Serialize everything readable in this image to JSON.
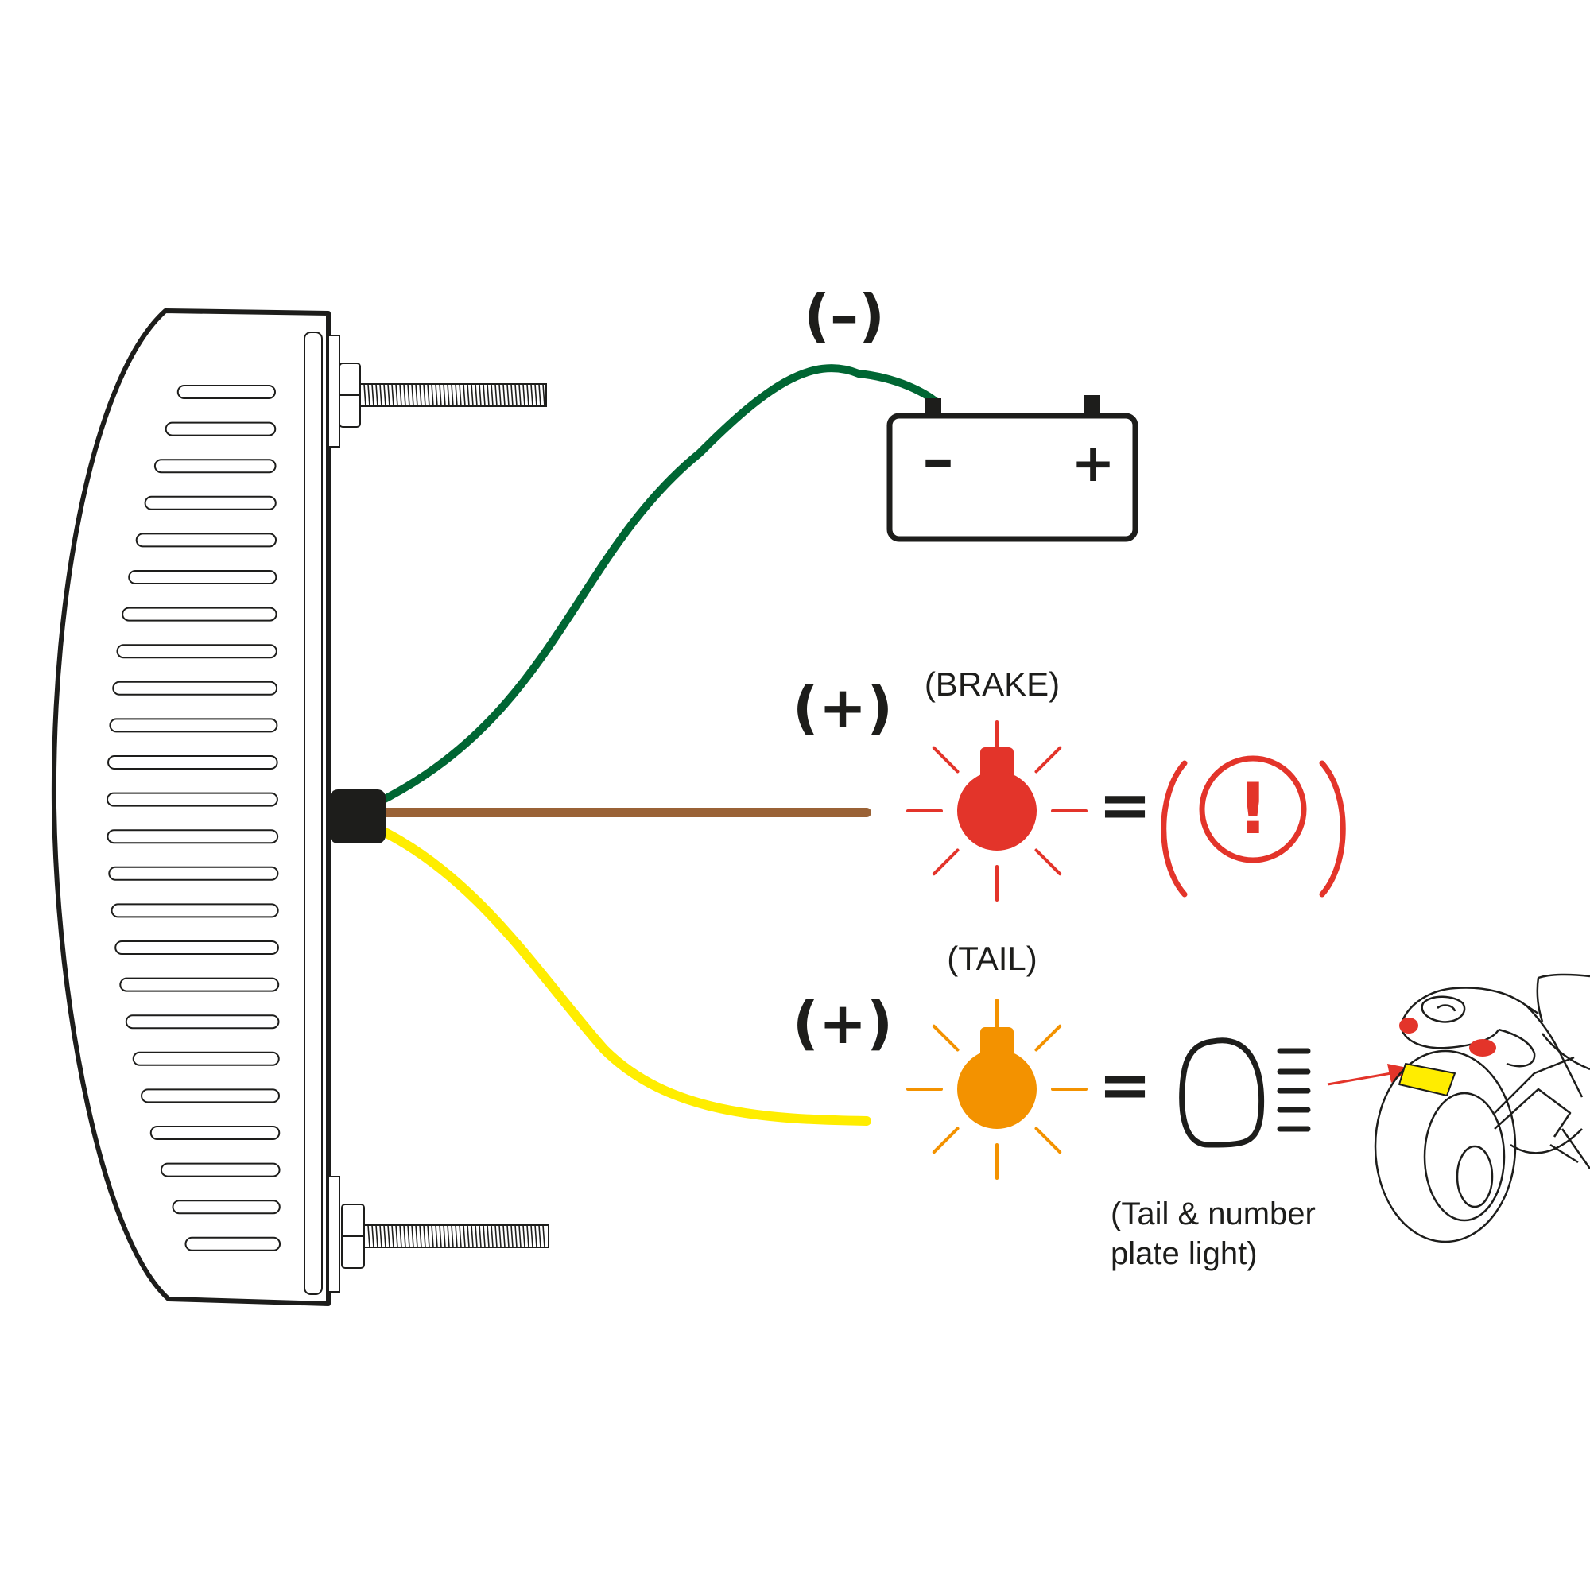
{
  "labels": {
    "negative_sign": "(–)",
    "brake_sign": "(+)",
    "brake_caption": "(BRAKE)",
    "tail_sign": "(+)",
    "tail_caption": "(TAIL)",
    "equals_brake": "=",
    "equals_tail": "=",
    "tail_note_line1": "(Tail & number",
    "tail_note_line2": "plate light)",
    "battery_minus": "–",
    "battery_plus": "+",
    "warning_mark": "!"
  },
  "colors": {
    "outline": "#1d1d1b",
    "wire_ground": "#006633",
    "wire_brake": "#9a6236",
    "wire_tail": "#ffed00",
    "brake_red": "#e3342a",
    "tail_orange": "#f39200",
    "plate_yellow": "#ffed00",
    "arrow_red": "#e3342a"
  },
  "icons": {
    "battery": "battery-icon",
    "brake_bulb": "brake-bulb-icon",
    "tail_bulb": "tail-bulb-icon",
    "warning": "brake-warning-icon",
    "tail_light": "tail-light-icon",
    "motorcycle": "motorcycle-rear-icon"
  }
}
